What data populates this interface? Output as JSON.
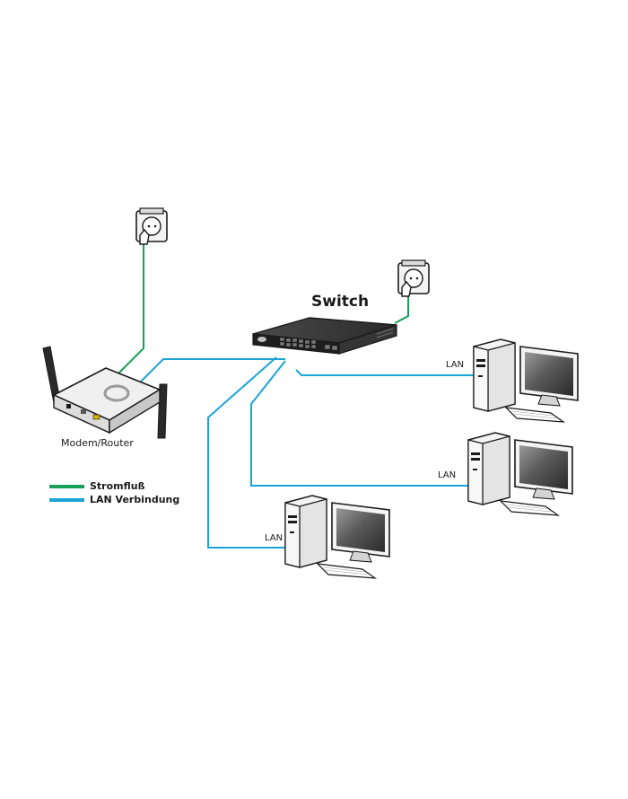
{
  "labels": {
    "switch": "Switch",
    "router": "Modem/Router",
    "lan_1": "LAN",
    "lan_2": "LAN",
    "lan_3": "LAN"
  },
  "legend": [
    {
      "label": "Stromfluß",
      "color": "#16a05a"
    },
    {
      "label": "LAN Verbindung",
      "color": "#1da4d6"
    }
  ],
  "colors": {
    "power_line": "#16a05a",
    "lan_line": "#1da4d6",
    "device_body": "#f4f4f4",
    "device_outline": "#1a1a1a",
    "switch_body": "#2b2b2b",
    "screen": "#3c3c3c"
  },
  "icons": {
    "power_socket_router": "power-socket-icon",
    "power_socket_switch": "power-socket-icon",
    "router": "router-icon",
    "switch": "network-switch-icon",
    "pc_1": "desktop-computer-icon",
    "pc_2": "desktop-computer-icon",
    "pc_3": "desktop-computer-icon"
  }
}
